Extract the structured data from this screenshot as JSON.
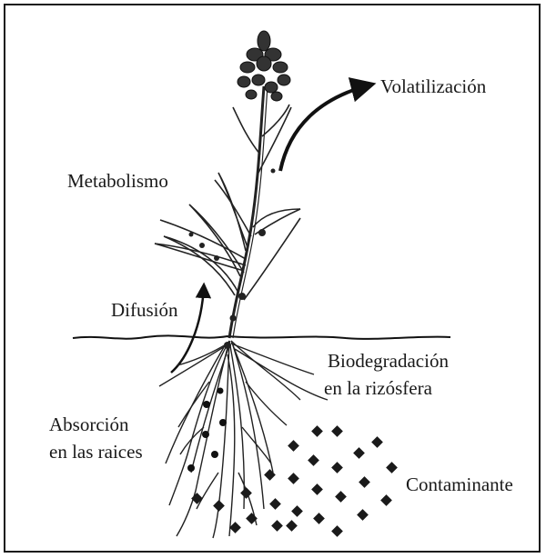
{
  "diagram": {
    "labels": {
      "volatilizacion": "Volatilización",
      "metabolismo": "Metabolismo",
      "difusion": "Difusión",
      "biodegradacion_1": "Biodegradación",
      "biodegradacion_2": "en la rizósfera",
      "absorcion_1": "Absorción",
      "absorcion_2": "en las raices",
      "contaminante": "Contaminante"
    }
  }
}
